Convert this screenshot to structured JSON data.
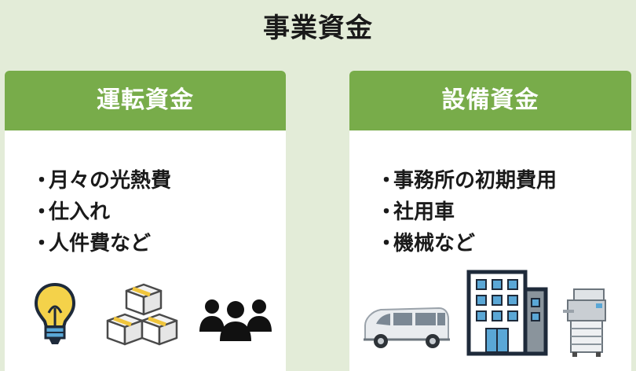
{
  "title": "事業資金",
  "cards": [
    {
      "heading": "運転資金",
      "items": [
        "月々の光熱費",
        "仕入れ",
        "人件費など"
      ],
      "icons": [
        "lightbulb-icon",
        "boxes-icon",
        "people-icon"
      ]
    },
    {
      "heading": "設備資金",
      "items": [
        "事務所の初期費用",
        "社用車",
        "機械など"
      ],
      "icons": [
        "van-icon",
        "building-icon",
        "copier-icon"
      ]
    }
  ],
  "colors": {
    "background": "#e3ecd8",
    "header_green": "#78ac4a",
    "card": "#ffffff",
    "text": "#1a1a1a"
  }
}
